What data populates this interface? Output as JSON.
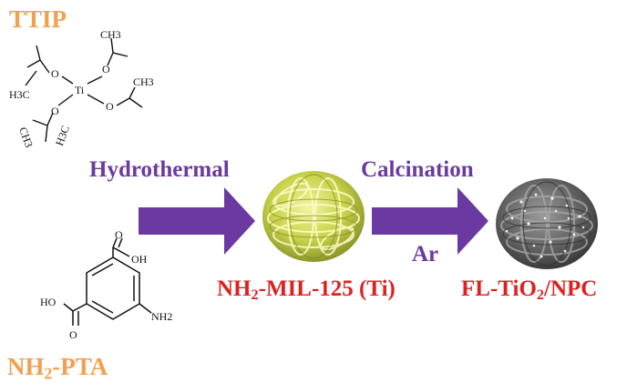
{
  "reagents": {
    "precursor_1": "TTIP",
    "precursor_2": {
      "main": "NH",
      "sub": "2",
      "rest": "-PTA"
    }
  },
  "ttip_structure": {
    "center": "Ti",
    "oxygen": "O",
    "methyl_label_a": "H3C",
    "methyl_label_b": "CH3"
  },
  "pta_structure": {
    "oxygen": "O",
    "hydroxyl_left": "HO",
    "hydroxyl_right": "OH",
    "amine": "NH2"
  },
  "steps": {
    "step_1": "Hydrothermal",
    "step_2": "Calcination",
    "step_2_atmosphere": "Ar"
  },
  "products": {
    "intermediate": {
      "a": "NH",
      "b": "2",
      "c": "-MIL-125 (Ti)"
    },
    "final": {
      "a": "FL-TiO",
      "b": "2",
      "c": "/NPC"
    }
  },
  "colors": {
    "precursor_text": "#f0a050",
    "step_text": "#6a3aa2",
    "product_text": "#e02020",
    "arrow": "#6a3aa2",
    "intermediate_particle": "#c8d24a",
    "final_particle": "#6a6a6a"
  }
}
